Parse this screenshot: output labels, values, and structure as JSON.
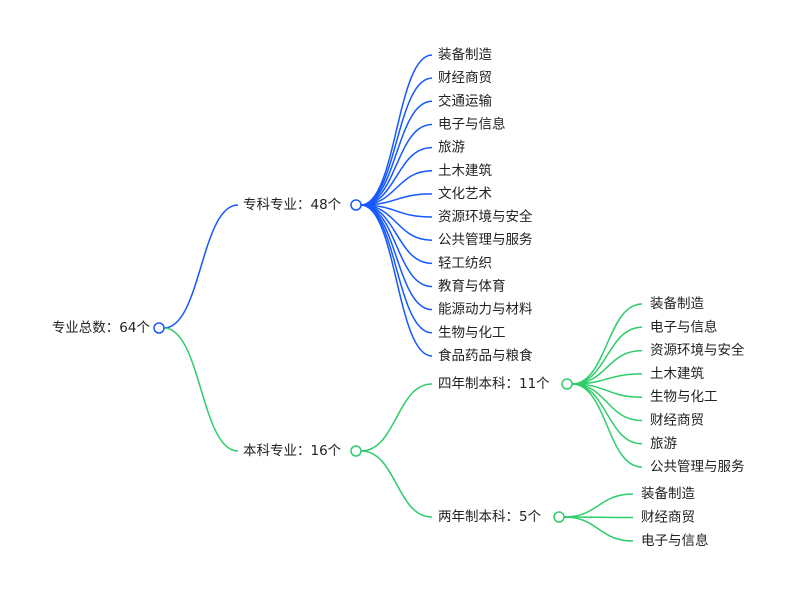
{
  "colors": {
    "zhuanke": "#1558ff",
    "benke": "#2fcd6a"
  },
  "tree": {
    "label": "专业总数：64个",
    "children": [
      {
        "label": "专科专业：48个",
        "color_key": "zhuanke",
        "children": [
          "装备制造",
          "财经商贸",
          "交通运输",
          "电子与信息",
          "旅游",
          "土木建筑",
          "文化艺术",
          "资源环境与安全",
          "公共管理与服务",
          "轻工纺织",
          "教育与体育",
          "能源动力与材料",
          "生物与化工",
          "食品药品与粮食"
        ]
      },
      {
        "label": "本科专业：16个",
        "color_key": "benke",
        "children": [
          {
            "label": "四年制本科：11个",
            "children": [
              "装备制造",
              "电子与信息",
              "资源环境与安全",
              "土木建筑",
              "生物与化工",
              "财经商贸",
              "旅游",
              "公共管理与服务"
            ]
          },
          {
            "label": "两年制本科：5个",
            "children": [
              "装备制造",
              "财经商贸",
              "电子与信息"
            ]
          }
        ]
      }
    ]
  }
}
